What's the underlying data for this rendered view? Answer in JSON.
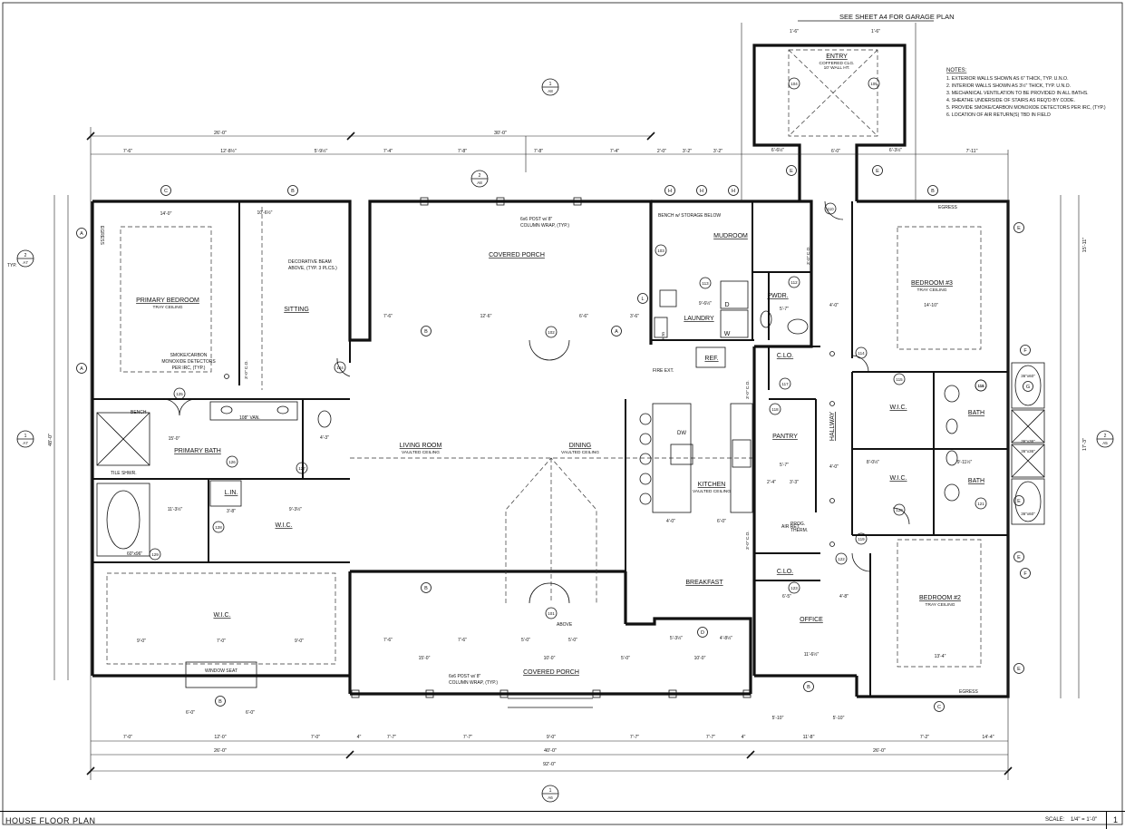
{
  "title_block": {
    "title": "HOUSE FLOOR PLAN",
    "scale_label": "SCALE:",
    "scale_value": "1/4\" = 1'-0\"",
    "sheet_number": "1"
  },
  "header_note": "SEE SHEET A4 FOR GARAGE PLAN",
  "notes": {
    "heading": "NOTES:",
    "items": [
      "1.    EXTERIOR WALLS SHOWN AS 6\" THICK, TYP. U.N.O.",
      "2.    INTERIOR WALLS SHOWN AS 3½\" THICK, TYP. U.N.O.",
      "3.    MECHANICAL VENTILATION TO BE PROVIDED IN ALL BATHS.",
      "4.    SHEATHE UNDERSIDE OF STAIRS AS REQ'D BY CODE.",
      "5.    PROVIDE SMOKE/CARBON MONOXIDE DETECTORS PER IRC, (TYP.)",
      "6.    LOCATION OF AIR RETURN(S) TBD IN FIELD"
    ]
  },
  "rooms": [
    {
      "name": "PRIMARY BEDROOM",
      "sub": "TRAY CEILING"
    },
    {
      "name": "SITTING",
      "sub": ""
    },
    {
      "name": "COVERED PORCH",
      "sub": ""
    },
    {
      "name": "MUDROOM",
      "sub": ""
    },
    {
      "name": "LAUNDRY",
      "sub": ""
    },
    {
      "name": "PWDR.",
      "sub": ""
    },
    {
      "name": "ENTRY",
      "sub": "COFFERED CLG."
    },
    {
      "name": "BEDROOM #3",
      "sub": "TRAY CEILING"
    },
    {
      "name": "PRIMARY BATH",
      "sub": ""
    },
    {
      "name": "LIVING ROOM",
      "sub": "VAULTED CEILING"
    },
    {
      "name": "DINING",
      "sub": "VAULTED CEILING"
    },
    {
      "name": "KITCHEN",
      "sub": "VAULTED CEILING"
    },
    {
      "name": "PANTRY",
      "sub": ""
    },
    {
      "name": "HALLWAY",
      "sub": ""
    },
    {
      "name": "W.I.C.",
      "sub": ""
    },
    {
      "name": "BATH",
      "sub": ""
    },
    {
      "name": "W.I.C.",
      "sub": ""
    },
    {
      "name": "BATH",
      "sub": ""
    },
    {
      "name": "L.IN.",
      "sub": ""
    },
    {
      "name": "W.I.C.",
      "sub": ""
    },
    {
      "name": "W.I.C.",
      "sub": ""
    },
    {
      "name": "BREAKFAST",
      "sub": ""
    },
    {
      "name": "OFFICE",
      "sub": ""
    },
    {
      "name": "BEDROOM #2",
      "sub": "TRAY CEILING"
    },
    {
      "name": "COVERED PORCH",
      "sub": ""
    },
    {
      "name": "C.LO.",
      "sub": ""
    },
    {
      "name": "C.LO.",
      "sub": ""
    },
    {
      "name": "REF.",
      "sub": ""
    }
  ],
  "labels": {
    "entry_wall": "10' WALL HT.",
    "typ": "TYP.",
    "egress": "EGRESS",
    "decorative_beam": [
      "DECORATIVE BEAM",
      "ABOVE, (TYP. 3 PLCS.)"
    ],
    "smoke": [
      "SMOKE/CARBON",
      "MONOXIDE DETECTORS",
      "PER IRC, (TYP.)"
    ],
    "post_top": [
      "6x6 POST w/ 8\"",
      "COLUMN WRAP, (TYP.)"
    ],
    "post_bottom": [
      "6x6 POST w/ 8\"",
      "COLUMN WRAP, (TYP.)"
    ],
    "bench_storage": "BENCH w/ STORAGE BELOW",
    "fire_ext": "FIRE EXT.",
    "bench": "BENCH",
    "van": "108\" VAN.",
    "tile_shwr": "TILE SHWR.",
    "tub_size": "60\"x96\"",
    "window_seat": "WINDOW SEAT",
    "above": "ABOVE",
    "air_ret": "AIR RET.",
    "prog_therm": [
      "PROG.",
      "THERM."
    ],
    "dw": "DW",
    "wh": "W.H.",
    "washer": "W",
    "dryer": "D",
    "tub_36x60": "36\"x60\"",
    "shower_36": "36\"x36\"",
    "co_label": "3'-0\" C.O."
  },
  "overall_dims": {
    "total": "92'-0\"",
    "left_top": "26'-0\"",
    "mid_top": "30'-0\"",
    "bottom_left": "26'-0\"",
    "bottom_mid": "40'-0\"",
    "bottom_right": "26'-0\"",
    "left_height": "48'-0\"",
    "right_height_a": "17'-3\"",
    "right_height_b": "15'-11\""
  },
  "top_dims": [
    "7'-6\"",
    "12'-8½\"",
    "5'-9½\"",
    "7'-4\"",
    "7'-8\"",
    "7'-8\"",
    "7'-4\"",
    "2'-0\"",
    "3'-2\"",
    "3'-2\"",
    "7'-11\""
  ],
  "bottom_dims_row1": [
    "7'-0\"",
    "12'-0\"",
    "7'-0\"",
    "4\"",
    "7'-7\"",
    "7'-7\"",
    "9'-0\"",
    "7'-7\"",
    "7'-7\"",
    "4\"",
    "11'-8\"",
    "7'-2\"",
    "14'-4\""
  ],
  "inner_dims": [
    {
      "t": "14'-0\""
    },
    {
      "t": "10'-6½\""
    },
    {
      "t": "7'-6\""
    },
    {
      "t": "12'-6\""
    },
    {
      "t": "6'-6\""
    },
    {
      "t": "3'-6\""
    },
    {
      "t": "15'-0\""
    },
    {
      "t": "11'-3½\""
    },
    {
      "t": "3'-8\""
    },
    {
      "t": "9'-3½\""
    },
    {
      "t": "9'-0\""
    },
    {
      "t": "7'-0\""
    },
    {
      "t": "9'-0\""
    },
    {
      "t": "6'-0\""
    },
    {
      "t": "6'-0\""
    },
    {
      "t": "7'-6\""
    },
    {
      "t": "7'-6\""
    },
    {
      "t": "5'-0\""
    },
    {
      "t": "5'-0\""
    },
    {
      "t": "15'-0\""
    },
    {
      "t": "10'-0\""
    },
    {
      "t": "5'-0\""
    },
    {
      "t": "10'-0\""
    },
    {
      "t": "5'-3½\""
    },
    {
      "t": "4'-8½\""
    },
    {
      "t": "4'-0\""
    },
    {
      "t": "6'-0\""
    },
    {
      "t": "9'-6½\""
    },
    {
      "t": "5'-7\""
    },
    {
      "t": "4'-0\""
    },
    {
      "t": "14'-10\""
    },
    {
      "t": "4'-0\""
    },
    {
      "t": "5'-7\""
    },
    {
      "t": "8'-0½\""
    },
    {
      "t": "9'-11½\""
    },
    {
      "t": "6'-5\""
    },
    {
      "t": "4'-8\""
    },
    {
      "t": "11'-6½\""
    },
    {
      "t": "13'-4\""
    },
    {
      "t": "5'-10\""
    },
    {
      "t": "5'-10\""
    },
    {
      "t": "6'-0\""
    },
    {
      "t": "6'-6½\""
    },
    {
      "t": "6'-3½\""
    },
    {
      "t": "2'-4\""
    },
    {
      "t": "3'-3\""
    },
    {
      "t": "4'-3\""
    },
    {
      "t": "1'-6\""
    },
    {
      "t": "1'-6\""
    }
  ],
  "door_tags": [
    "101",
    "102",
    "103",
    "104",
    "105",
    "110",
    "111",
    "112",
    "113",
    "114",
    "115",
    "116",
    "117",
    "118",
    "119",
    "120",
    "121",
    "122",
    "123",
    "124",
    "125",
    "126",
    "127",
    "128",
    "129"
  ],
  "grid_tags": [
    "A",
    "B",
    "C",
    "D",
    "E",
    "F",
    "G",
    "H",
    "L"
  ],
  "section_marks": [
    {
      "num": "2",
      "sheet": "A7"
    },
    {
      "num": "2",
      "sheet": "A8"
    },
    {
      "num": "1",
      "sheet": "A7"
    },
    {
      "num": "1",
      "sheet": "A8"
    },
    {
      "num": "2",
      "sheet": "A5"
    },
    {
      "num": "1",
      "sheet": "A6"
    },
    {
      "num": "2",
      "sheet": "A6"
    }
  ]
}
